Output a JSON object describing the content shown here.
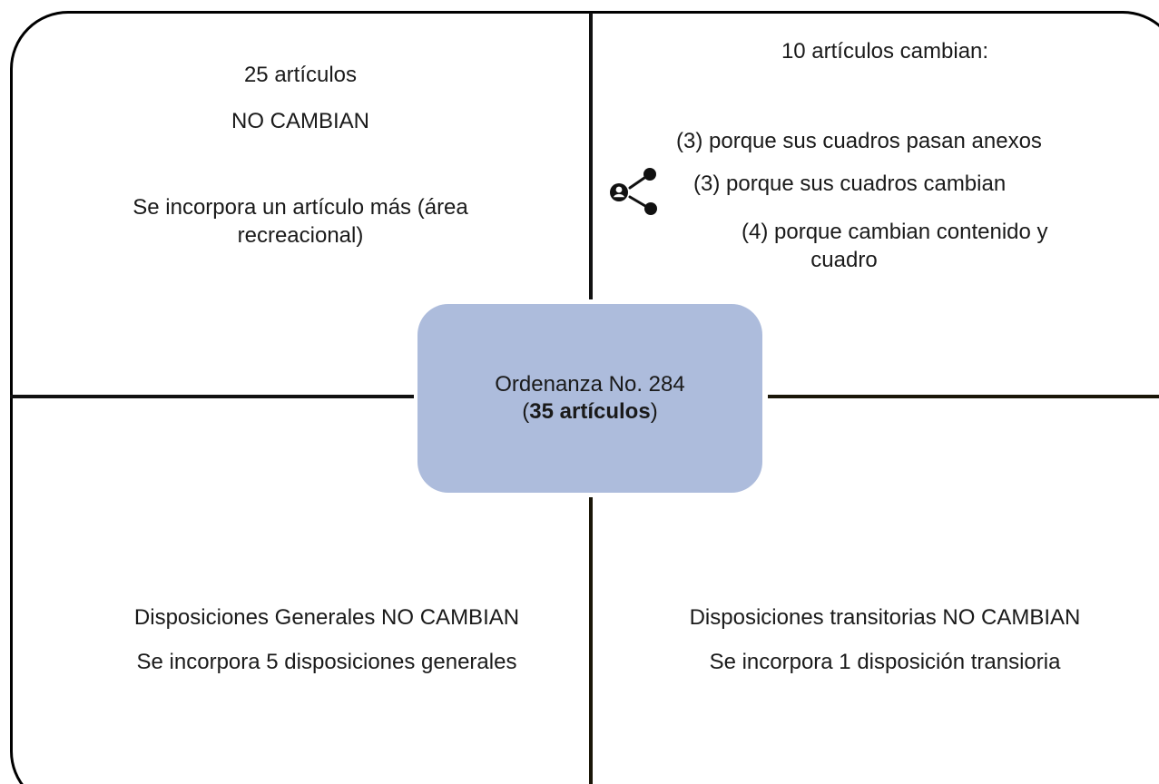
{
  "quadrants": {
    "top_left": {
      "count": "25 artículos",
      "status": "NO CAMBIAN",
      "note_line1": "Se incorpora un artículo más (área",
      "note_line2": "recreacional)"
    },
    "top_right": {
      "heading": "10 artículos cambian:",
      "item1": "(3) porque sus cuadros pasan anexos",
      "item2": "(3) porque sus cuadros cambian",
      "item3_line1": "(4) porque cambian contenido y",
      "item3_line2": "cuadro"
    },
    "bottom_left": {
      "line1": "Disposiciones Generales NO CAMBIAN",
      "line2": "Se incorpora 5 disposiciones generales"
    },
    "bottom_right": {
      "line1": "Disposiciones transitorias NO CAMBIAN",
      "line2": "Se incorpora 1 disposición transioria"
    }
  },
  "center": {
    "title": "Ordenanza No. 284",
    "paren_open": "(",
    "articles": "35 artículos",
    "paren_close": ")"
  },
  "icons": {
    "share": "share-person-icon"
  }
}
